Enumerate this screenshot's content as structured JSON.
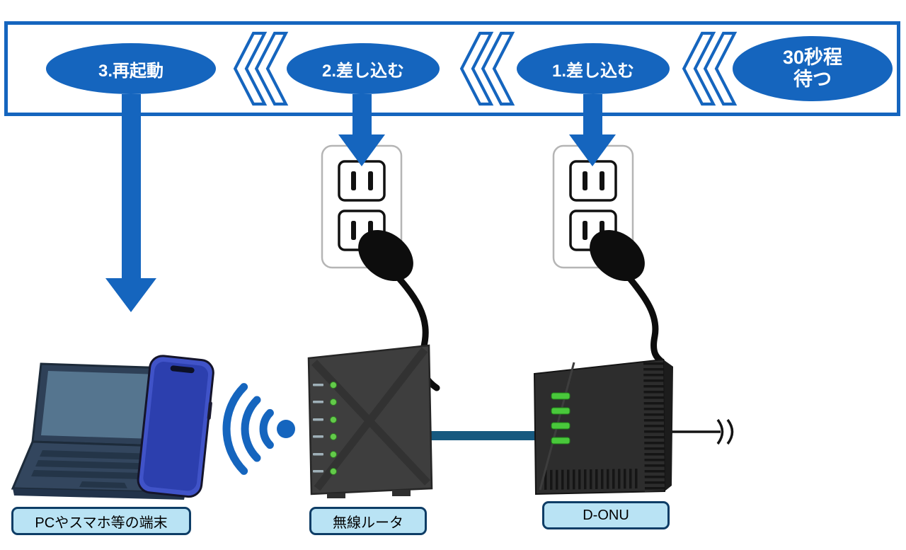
{
  "banner": {
    "steps": [
      {
        "label": "3.再起動"
      },
      {
        "label": "2.差し込む"
      },
      {
        "label": "1.差し込む"
      },
      {
        "label": "30秒程",
        "label2": "待つ"
      }
    ]
  },
  "device_labels": {
    "terminals": "PCやスマホ等の端末",
    "router": "無線ルータ",
    "onu": "D-ONU"
  },
  "icons": {
    "chevron_separator": "《",
    "line_break_mark": "》",
    "wifi_signal": "wifi-arcs"
  },
  "colors": {
    "accent_blue": "#1565BE",
    "cable_blue": "#17597F",
    "label_bg": "#B9E3F4",
    "label_border": "#0E3D66",
    "led_green": "#55C43F"
  }
}
